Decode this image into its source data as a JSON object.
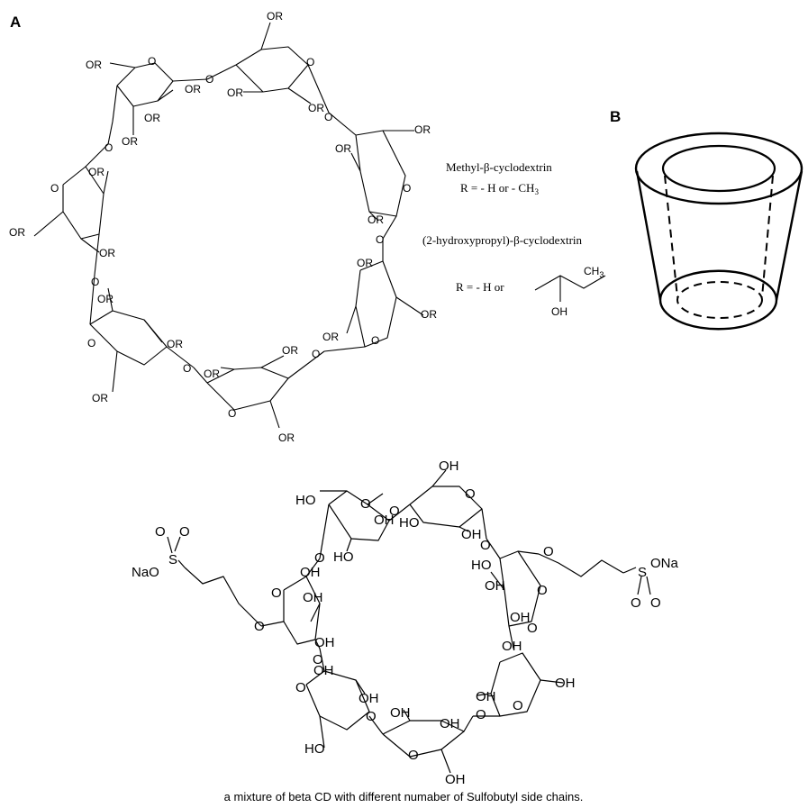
{
  "panels": {
    "a": "A",
    "b": "B"
  },
  "structure_a": {
    "substituent": "OR",
    "ring_oxygen": "O",
    "legend": {
      "methyl_name": "Methyl-β-cyclodextrin",
      "methyl_r": "R = - H or - CH",
      "methyl_r_sub": "3",
      "hp_name": "(2-hydroxypropyl)-β-cyclodextrin",
      "hp_r": "R = - H or",
      "hp_ch3": "CH",
      "hp_ch3_sub": "3",
      "hp_oh": "OH"
    }
  },
  "structure_bottom": {
    "hydroxyl": "OH",
    "hydroxyl_alt": "HO",
    "ring_oxygen": "O",
    "sulfo_left": "NaO",
    "sulfo_right": "ONa",
    "sulfur": "S"
  },
  "caption": "a mixture of beta CD with different numaber of Sulfobutyl side chains."
}
